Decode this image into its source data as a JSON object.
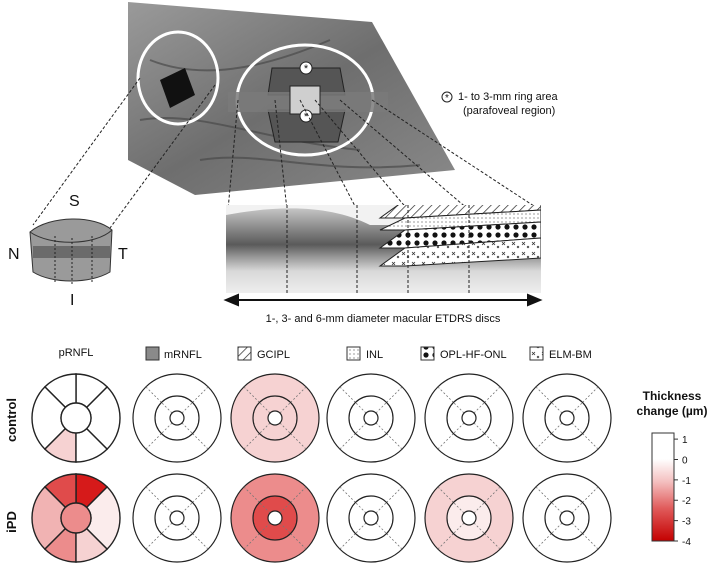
{
  "figure": {
    "star_note": "1- to 3-mm ring area",
    "star_note_line2": "(parafoveal region)",
    "etdrs_caption": "1-, 3- and 6-mm diameter macular ETDRS discs",
    "onh_directions": {
      "superior": "S",
      "nasal": "N",
      "temporal": "T",
      "inferior": "I"
    }
  },
  "layers": {
    "prnfl": "pRNFL",
    "mrnfl": "mRNFL",
    "gcipl": "GCIPL",
    "inl": "INL",
    "opl": "OPL-HF-ONL",
    "elm": "ELM-BM"
  },
  "rows": {
    "control": "control",
    "ipd": "iPD"
  },
  "colorbar": {
    "title_line1": "Thickness",
    "title_line2": "change (µm)",
    "ticks": [
      "1",
      "0",
      "-1",
      "-2",
      "-3",
      "-4"
    ],
    "range": [
      -4,
      1.3
    ],
    "color_max": "#ffffff",
    "color_min": "#c40000"
  },
  "colors": {
    "white": "#ffffff",
    "very_light_pink": "#fbecec",
    "light_pink": "#f6d2d2",
    "pink": "#f1b3b3",
    "salmon": "#ec8c8c",
    "red": "#e04b4b",
    "dark_red": "#d61a1a"
  }
}
